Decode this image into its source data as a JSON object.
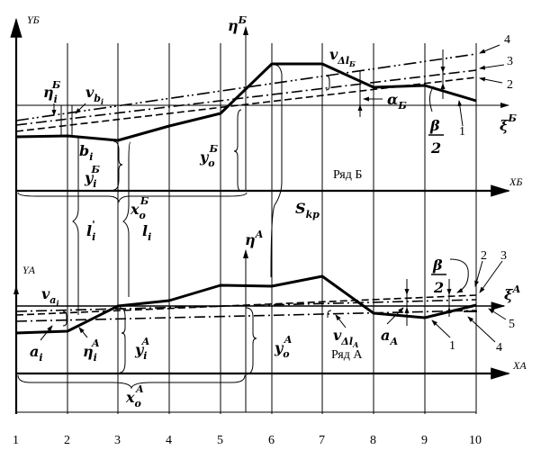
{
  "grid_numbers": [
    "1",
    "2",
    "3",
    "4",
    "5",
    "6",
    "7",
    "8",
    "9",
    "10"
  ],
  "row_b": {
    "row_label": "Ряд Б",
    "y_axis": "YБ",
    "x_axis": "XБ",
    "eta": {
      "base": "η",
      "sup": "Б"
    },
    "xi": {
      "base": "ξ",
      "sup": "Б"
    },
    "eta_i": {
      "base": "η",
      "sub": "i",
      "sup": "Б"
    },
    "v_bi": {
      "base": "v",
      "sub": "b",
      "subsub": "i"
    },
    "b_i": {
      "base": "b",
      "sub": "i"
    },
    "y_i": {
      "base": "y",
      "sub": "i",
      "sup": "Б"
    },
    "y_o": {
      "base": "y",
      "sub": "o",
      "sup": "Б"
    },
    "x_o": {
      "base": "x",
      "sub": "o",
      "sup": "Б"
    },
    "v_dl": {
      "base": "v",
      "sub": "Δl",
      "subsub": "Б"
    },
    "alpha": {
      "base": "α",
      "sub": "Б"
    },
    "beta_num": "β",
    "beta_den": "2",
    "line_numbers": [
      "1",
      "2",
      "3",
      "4"
    ]
  },
  "middle": {
    "l_i_prime": {
      "base": "l",
      "sub": "i",
      "prime": "'"
    },
    "l_i": {
      "base": "l",
      "sub": "i"
    },
    "s_kp": {
      "base": "S",
      "sub": "kp"
    }
  },
  "row_a": {
    "row_label": "Ряд А",
    "y_axis": "YА",
    "x_axis": "XА",
    "eta": {
      "base": "η",
      "sup": "А"
    },
    "xi": {
      "base": "ξ",
      "sup": "А"
    },
    "v_ai": {
      "base": "v",
      "sub": "a",
      "subsub": "i"
    },
    "a_i": {
      "base": "a",
      "sub": "i"
    },
    "eta_i": {
      "base": "η",
      "sub": "i",
      "sup": "А"
    },
    "y_i": {
      "base": "y",
      "sub": "i",
      "sup": "А"
    },
    "y_o": {
      "base": "y",
      "sub": "o",
      "sup": "А"
    },
    "x_o": {
      "base": "x",
      "sub": "o",
      "sup": "А"
    },
    "v_dl": {
      "base": "v",
      "sub": "Δl",
      "subsub": "А"
    },
    "alpha": {
      "base": "a",
      "sub": "А"
    },
    "beta_num": "β",
    "beta_den": "2",
    "line_numbers": [
      "1",
      "2",
      "3",
      "4",
      "5"
    ]
  }
}
